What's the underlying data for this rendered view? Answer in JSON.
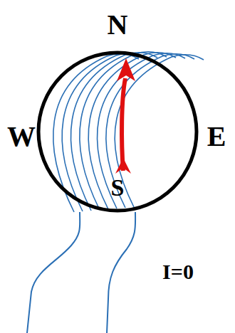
{
  "diagram": {
    "labels": [
      "N",
      "W",
      "E",
      "S",
      "I=0"
    ]
  }
}
